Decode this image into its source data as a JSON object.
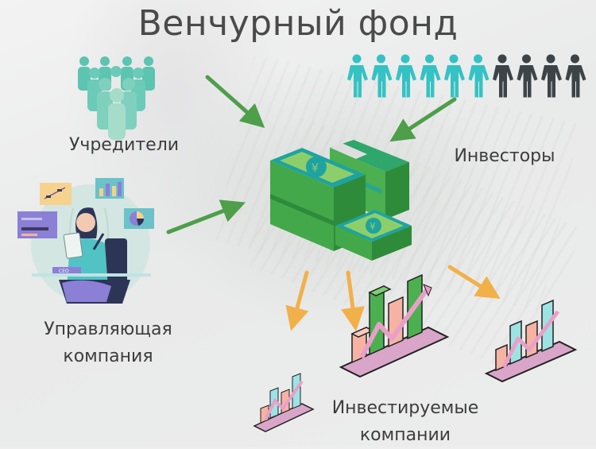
{
  "title": "Венчурный фонд",
  "nodes": {
    "founders": {
      "label": "Учредители",
      "icon": "people-group-icon"
    },
    "investors": {
      "label": "Инвесторы",
      "icon": "people-row-icon",
      "count_teal": 6,
      "count_dark": 4
    },
    "management": {
      "label_line1": "Управляющая",
      "label_line2": "компания",
      "icon": "ceo-illustration-icon",
      "ceo_badge": "CEO"
    },
    "fund": {
      "icon": "money-stack-icon",
      "currency_symbol": "¥"
    },
    "portfolio": {
      "label_line1": "Инвестируемые",
      "label_line2": "компании",
      "icon": "growth-chart-icon"
    }
  },
  "edges": [
    {
      "from": "founders",
      "to": "fund",
      "color": "#4e9e4a"
    },
    {
      "from": "investors",
      "to": "fund",
      "color": "#4e9e4a"
    },
    {
      "from": "management",
      "to": "fund",
      "color": "#4e9e4a"
    },
    {
      "from": "fund",
      "to": "portfolio",
      "color": "#f2b04a"
    },
    {
      "from": "fund",
      "to": "portfolio",
      "color": "#f2b04a"
    },
    {
      "from": "fund",
      "to": "portfolio",
      "color": "#f2b04a"
    }
  ],
  "colors": {
    "teal": "#35c2c4",
    "founders_teal": "#5cc4b0",
    "dark_person": "#3d4448",
    "money_green": "#4caf50",
    "money_dark": "#2e8b3a",
    "money_teal": "#1fa3a0",
    "arrow_green": "#4e9e4a",
    "arrow_orange": "#f2b04a",
    "bar_salmon": "#f6b3a3",
    "bar_green": "#4caf50",
    "bar_cyan": "#9ee3e3",
    "base_pink": "#d9a5c8"
  }
}
